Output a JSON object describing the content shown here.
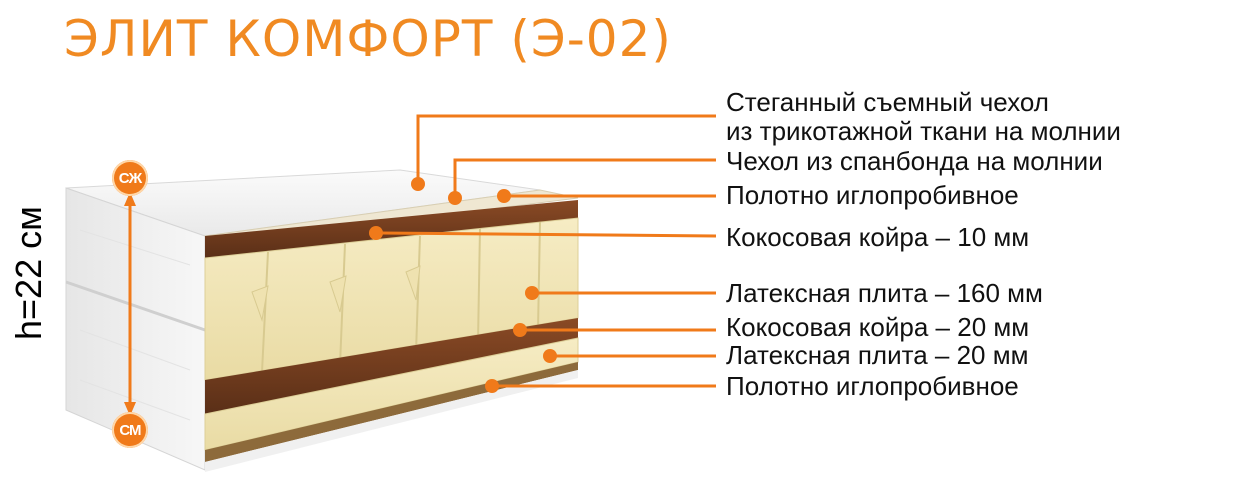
{
  "title": "ЭЛИТ КОМФОРТ (Э-02)",
  "height_label": "h=22 см",
  "badges": {
    "top": "СЖ",
    "bottom": "СМ"
  },
  "colors": {
    "accent": "#f08a22",
    "leader": "#f07a1a",
    "coconut": "#6b3a1f",
    "latex": "#f2e6b8",
    "cover": "#f4f4f4"
  },
  "layers": [
    {
      "line1": "Стеганный съемный чехол",
      "line2": "из трикотажной ткани на молнии"
    },
    {
      "line1": "Чехол из спанбонда на молнии"
    },
    {
      "line1": "Полотно иглопробивное"
    },
    {
      "line1": "Кокосовая койра – 10 мм"
    },
    {
      "line1": "Латексная плита – 160 мм"
    },
    {
      "line1": "Кокосовая койра – 20 мм"
    },
    {
      "line1": "Латексная плита – 20 мм"
    },
    {
      "line1": "Полотно иглопробивное"
    }
  ]
}
